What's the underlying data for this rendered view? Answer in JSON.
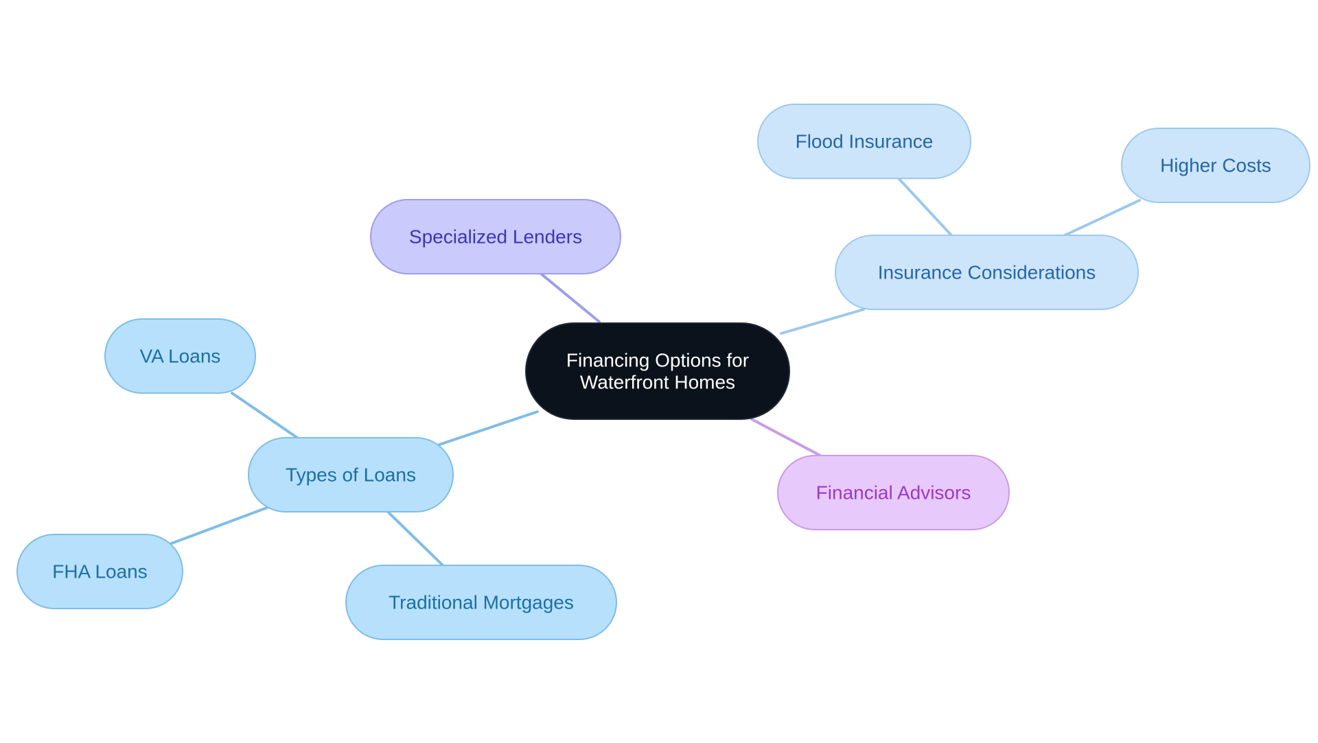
{
  "colors": {
    "root_fill": "#0b121b",
    "root_stroke": "#1f2933",
    "root_text": "#ffffff",
    "blue_fill": "#b6e0fc",
    "blue_stroke": "#7fbde6",
    "blue_text": "#1d6fa3",
    "lightblue_fill": "#cde5fb",
    "lightblue_stroke": "#9ec8ec",
    "lightblue_text": "#2566a8",
    "violet_fill": "#cacafd",
    "violet_stroke": "#9e9ee6",
    "violet_text": "#3a36b8",
    "purple_fill": "#e8c9fb",
    "purple_stroke": "#c89ce6",
    "purple_text": "#9a3ac6",
    "edge_blue": "#7fbde6",
    "edge_lightblue": "#9ec8ec",
    "edge_violet": "#9e9ee6",
    "edge_purple": "#c89ce6"
  },
  "diagram": {
    "root": {
      "id": "root",
      "lines": [
        "Financing Options for",
        "Waterfront Homes"
      ]
    },
    "nodes": [
      {
        "id": "specialized-lenders",
        "label": "Specialized Lenders",
        "parent": "root",
        "theme": "violet"
      },
      {
        "id": "insurance-considerations",
        "label": "Insurance Considerations",
        "parent": "root",
        "theme": "lightblue"
      },
      {
        "id": "flood-insurance",
        "label": "Flood Insurance",
        "parent": "insurance-considerations",
        "theme": "lightblue"
      },
      {
        "id": "higher-costs",
        "label": "Higher Costs",
        "parent": "insurance-considerations",
        "theme": "lightblue"
      },
      {
        "id": "financial-advisors",
        "label": "Financial Advisors",
        "parent": "root",
        "theme": "purple"
      },
      {
        "id": "types-of-loans",
        "label": "Types of Loans",
        "parent": "root",
        "theme": "blue"
      },
      {
        "id": "va-loans",
        "label": "VA Loans",
        "parent": "types-of-loans",
        "theme": "blue"
      },
      {
        "id": "fha-loans",
        "label": "FHA Loans",
        "parent": "types-of-loans",
        "theme": "blue"
      },
      {
        "id": "traditional-mortgages",
        "label": "Traditional Mortgages",
        "parent": "types-of-loans",
        "theme": "blue"
      }
    ]
  }
}
